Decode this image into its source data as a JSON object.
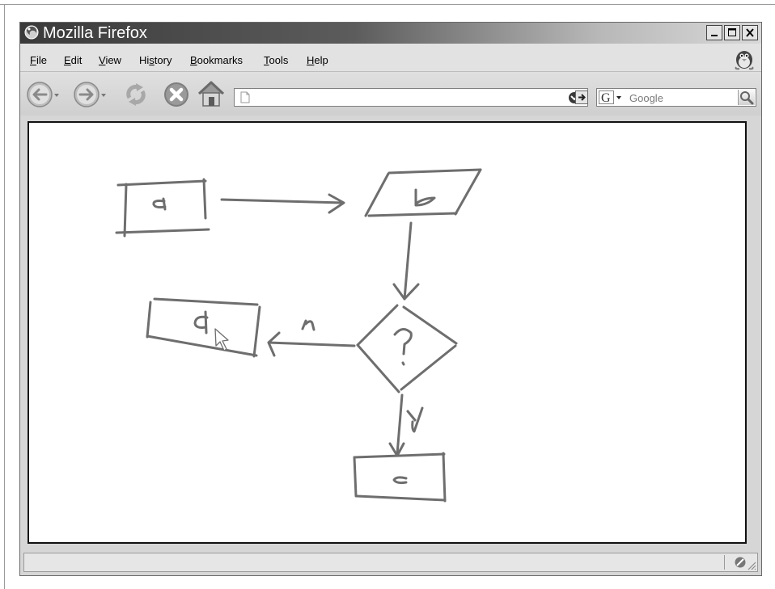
{
  "window": {
    "title": "Mozilla Firefox"
  },
  "menu": {
    "items": [
      {
        "label": "File",
        "mnemonic": "F",
        "rest": "ile"
      },
      {
        "label": "Edit",
        "mnemonic": "E",
        "rest": "dit"
      },
      {
        "label": "View",
        "mnemonic": "V",
        "rest": "iew"
      },
      {
        "label": "History",
        "pre": "Hi",
        "mnemonic": "s",
        "rest": "tory"
      },
      {
        "label": "Bookmarks",
        "mnemonic": "B",
        "rest": "ookmarks"
      },
      {
        "label": "Tools",
        "mnemonic": "T",
        "rest": "ools"
      },
      {
        "label": "Help",
        "mnemonic": "H",
        "rest": "elp"
      }
    ]
  },
  "toolbar": {
    "icons": [
      "back-arrow-icon",
      "forward-arrow-icon",
      "reload-icon",
      "stop-icon",
      "home-icon"
    ],
    "url_value": "",
    "search_placeholder": "Google",
    "search_engine_icon": "google-g-icon"
  },
  "drawing": {
    "labels": {
      "box_a": "a",
      "box_b": "b",
      "box_d": "d",
      "decision": "?",
      "edge_no": "n",
      "edge_yes": "y",
      "box_c": "c"
    },
    "stroke_color": "#6e6e6e"
  },
  "status": {
    "text": ""
  }
}
